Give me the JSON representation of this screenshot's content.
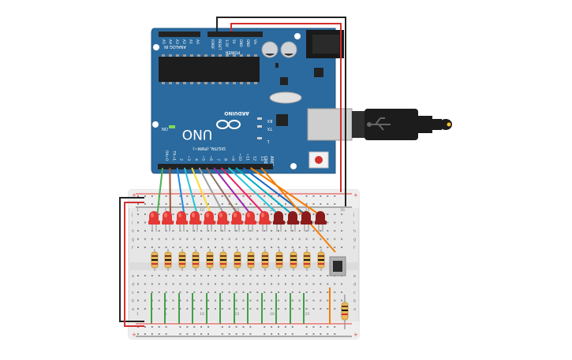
{
  "board": {
    "brand": "ARDUINO",
    "model": "UNO",
    "digital_label": "DIGITAL (PWM~)",
    "analog_label": "ANALOG IN",
    "power_label": "POWER",
    "on_label": "ON",
    "tx_label": "TX",
    "rx_label": "RX",
    "l_label": "L",
    "aref_label": "AREF",
    "gnd_label": "GND",
    "digital_pins": [
      "13",
      "12",
      "~11",
      "~10",
      "~9",
      "8",
      "7",
      "~6",
      "~5",
      "4",
      "~3",
      "2",
      "TX→1",
      "RX←0"
    ],
    "analog_pins": [
      "A0",
      "A1",
      "A2",
      "A3",
      "A4",
      "A5"
    ],
    "power_pins": [
      "IOREF",
      "RESET",
      "3.3V",
      "5V",
      "GND",
      "GND",
      "Vin"
    ]
  },
  "breadboard": {
    "row_labels_top": [
      "j",
      "i",
      "h",
      "g",
      "f"
    ],
    "row_labels_bottom": [
      "e",
      "d",
      "c",
      "b",
      "a"
    ],
    "column_numbers": [
      "1",
      "5",
      "10",
      "15",
      "20",
      "25",
      "30"
    ],
    "plus_sign": "+",
    "minus_sign": "−"
  },
  "circuit": {
    "led_states": [
      "on",
      "on",
      "on",
      "on",
      "on",
      "on",
      "on",
      "on",
      "on",
      "off",
      "off",
      "off",
      "off"
    ],
    "wire_colors": [
      "#4caf50",
      "#a0522d",
      "#1e88e5",
      "#26c6da",
      "#fdd835",
      "#9e9e9e",
      "#8d6e63",
      "#9c27b0",
      "#e91e63",
      "#26c6da",
      "#00acc1",
      "#1565c0",
      "#f57c00"
    ],
    "colors": {
      "board_blue": "#2b6a9e",
      "led_on": "#e53935",
      "led_off": "#8b1a1a",
      "resistor_body": "#e8b85a",
      "power_wire": "#d32f2f",
      "ground_wire": "#212121",
      "breadboard": "#e8e8e8"
    }
  }
}
